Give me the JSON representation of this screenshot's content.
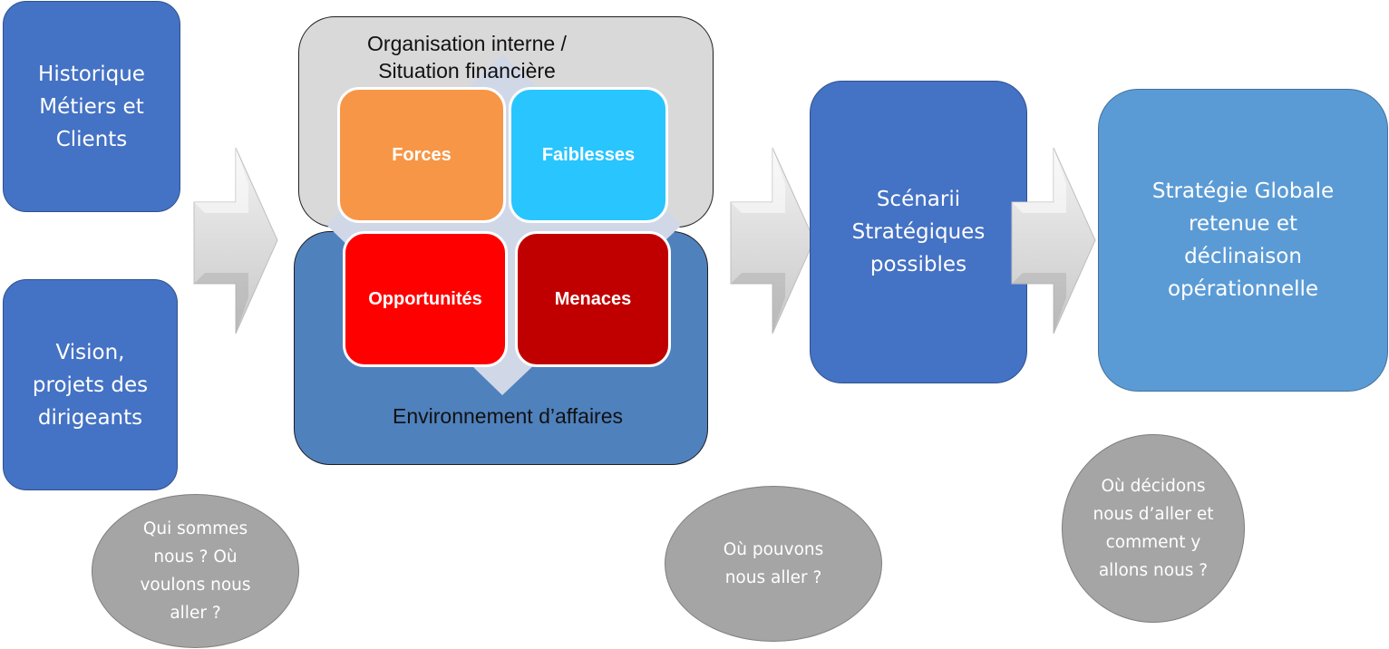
{
  "inputs": [
    {
      "label": "Historique\nMétiers et\nClients"
    },
    {
      "label": "Vision,\nprojets des\ndirigeants"
    }
  ],
  "swot": {
    "internal_title": "Organisation interne /\nSituation financière",
    "external_title": "Environnement d’affaires",
    "quadrants": [
      {
        "label": "Forces",
        "color": "#f79646"
      },
      {
        "label": "Faiblesses",
        "color": "#29c5ff"
      },
      {
        "label": "Opportunités",
        "color": "#ff0000"
      },
      {
        "label": "Menaces",
        "color": "#c00000"
      }
    ]
  },
  "scenarios": {
    "label": "Scénarii\nStratégiques\npossibles"
  },
  "strategy": {
    "label": "Stratégie Globale\nretenue et\ndéclinaison\nopérationnelle"
  },
  "questions": [
    {
      "label": "Qui sommes\nnous ? Où\nvoulons nous\naller ?"
    },
    {
      "label": "Où pouvons\nnous aller ?"
    },
    {
      "label": "Où décidons\nnous d’aller et\ncomment y\nallons nous ?"
    }
  ],
  "colors": {
    "primary_blue": "#4472c4",
    "light_blue": "#5b9bd5",
    "env_blue": "#4f81bd",
    "panel_grey": "#d9d9d9",
    "bubble_grey": "#a5a5a5",
    "arrow_grey": "#d0d0d0"
  }
}
